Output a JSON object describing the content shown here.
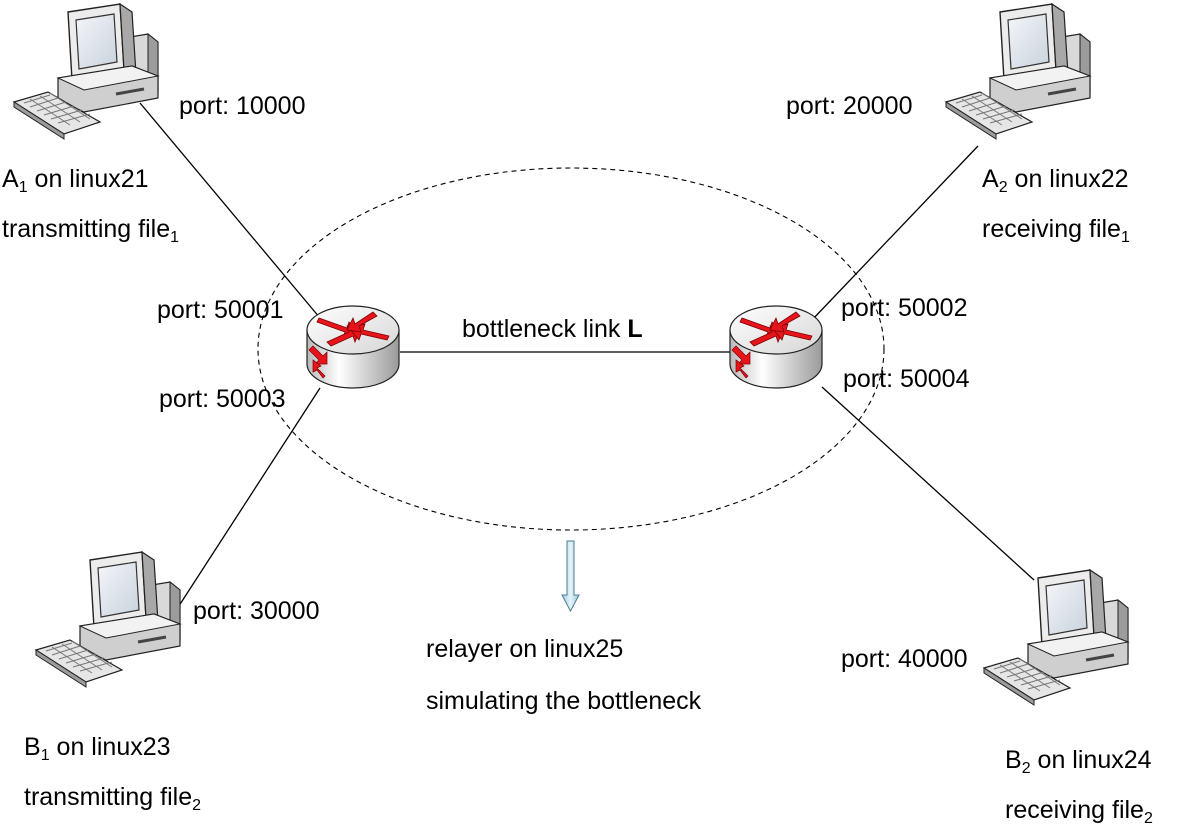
{
  "hosts": {
    "a1": {
      "name": "A",
      "index": "1",
      "machine": "on linux21",
      "role": "transmitting file",
      "file_index": "1",
      "port": "port: 10000"
    },
    "a2": {
      "name": "A",
      "index": "2",
      "machine": "on linux22",
      "role": "receiving file",
      "file_index": "1",
      "port": "port: 20000"
    },
    "b1": {
      "name": "B",
      "index": "1",
      "machine": "on linux23",
      "role": "transmitting file",
      "file_index": "2",
      "port": "port: 30000"
    },
    "b2": {
      "name": "B",
      "index": "2",
      "machine": "on linux24",
      "role": "receiving file",
      "file_index": "2",
      "port": "port: 40000"
    }
  },
  "routers": {
    "left": {
      "port_top": "port: 50001",
      "port_bottom": "port: 50003"
    },
    "right": {
      "port_top": "port: 50002",
      "port_bottom": "port: 50004"
    }
  },
  "link": {
    "label": "bottleneck link",
    "name": "L"
  },
  "relayer": {
    "line1": "relayer on linux25",
    "line2": "simulating the bottleneck"
  },
  "colors": {
    "router_arrow": "#e8141c",
    "down_arrow": "#c6e4ef",
    "line": "#000000"
  }
}
